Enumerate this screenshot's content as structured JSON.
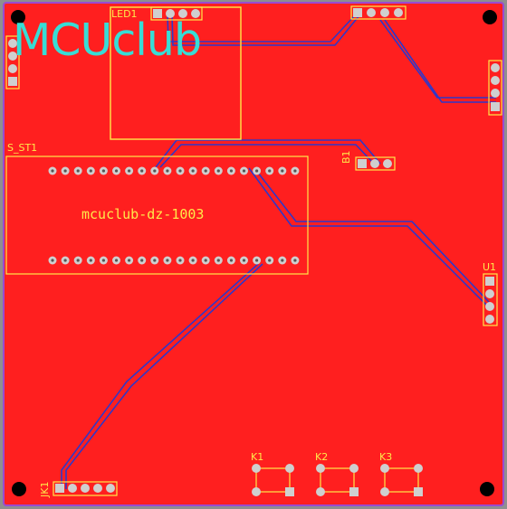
{
  "board": {
    "brand_text": "MCUclub",
    "model_text": "mcuclub-dz-1003",
    "colors": {
      "copper": "#ff1f1f",
      "silkscreen": "#ffe94a",
      "brand": "#37ddd6",
      "trace": "#2f37c8",
      "pad": "#cfcfcf",
      "outline": "#9a4bd0",
      "background": "#8f8f8f"
    }
  },
  "labels": {
    "led1": "LED1",
    "s_st1": "S_ST1",
    "b1": "B1",
    "u1": "U1",
    "jk1": "JK1",
    "k1": "K1",
    "k2": "K2",
    "k3": "K3"
  }
}
